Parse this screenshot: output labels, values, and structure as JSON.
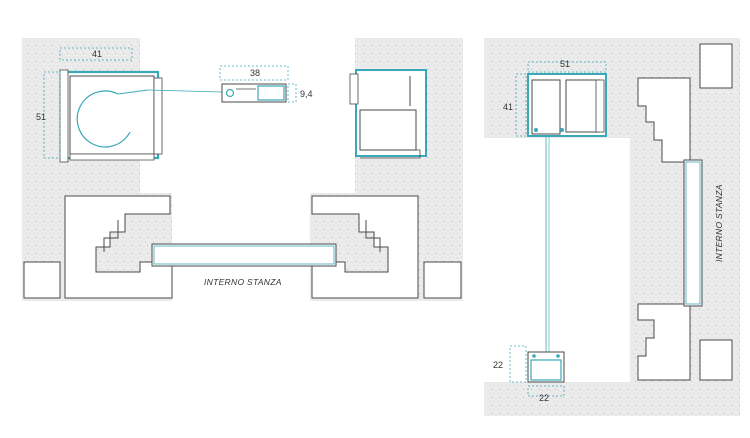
{
  "labels": {
    "room_interior_left": "INTERNO STANZA",
    "room_interior_right": "INTERNO STANZA"
  },
  "dimensions": {
    "left_box_width": "41",
    "left_box_height": "51",
    "left_handle_width": "38",
    "left_handle_depth": "9,4",
    "right_box_width": "51",
    "right_box_height": "41",
    "right_bottom_height": "22",
    "right_bottom_width": "22"
  },
  "colors": {
    "profile_teal": "#3aa8b7",
    "outline_dark": "#4a4a4a",
    "wall_texture": "#e9e9e9",
    "dimension_line": "#3aa8b7"
  }
}
